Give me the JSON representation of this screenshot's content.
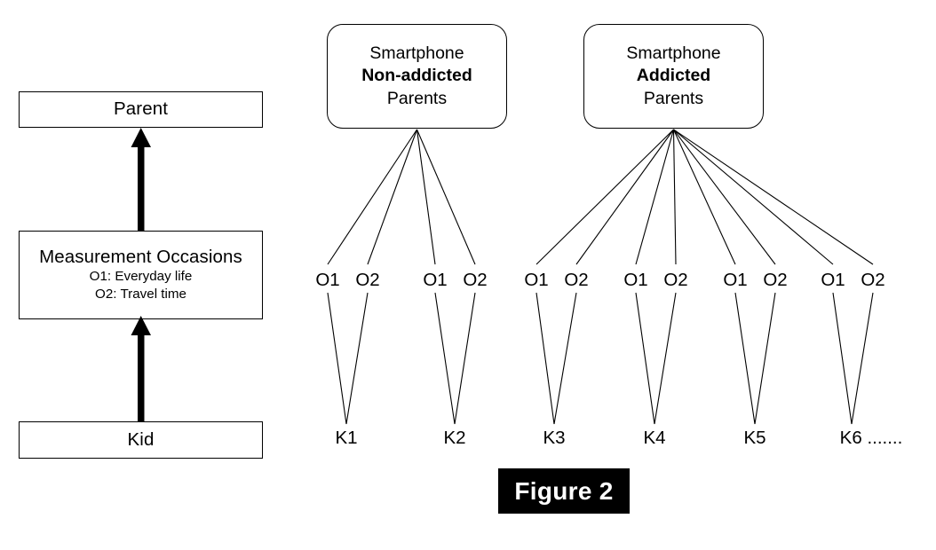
{
  "figure": {
    "caption": "Figure 2",
    "caption_bg": "#000000",
    "caption_fg": "#ffffff"
  },
  "legend": {
    "parent": {
      "title": "Parent"
    },
    "measurement": {
      "title": "Measurement Occasions",
      "line1": "O1: Everyday life",
      "line2": "O2: Travel time"
    },
    "kid": {
      "title": "Kid"
    },
    "arrows": [
      {
        "name": "kid-to-measurement",
        "direction": "up"
      },
      {
        "name": "measurement-to-parent",
        "direction": "up"
      }
    ]
  },
  "hierarchy": {
    "groups": [
      {
        "id": "non-addicted",
        "line1": "Smartphone",
        "line2": "Non-addicted",
        "line3": "Parents",
        "children": [
          "K1",
          "K2"
        ]
      },
      {
        "id": "addicted",
        "line1": "Smartphone",
        "line2": "Addicted",
        "line3": "Parents",
        "children": [
          "K3",
          "K4",
          "K5",
          "K6 ......."
        ]
      }
    ],
    "occasion_labels": [
      "O1",
      "O2"
    ],
    "occasion_pairs": [
      {
        "kid": "K1",
        "left": "O1",
        "right": "O2"
      },
      {
        "kid": "K2",
        "left": "O1",
        "right": "O2"
      },
      {
        "kid": "K3",
        "left": "O1",
        "right": "O2"
      },
      {
        "kid": "K4",
        "left": "O1",
        "right": "O2"
      },
      {
        "kid": "K5",
        "left": "O1",
        "right": "O2"
      },
      {
        "kid": "K6 .......",
        "left": "O1",
        "right": "O2"
      }
    ],
    "kid_labels": [
      "K1",
      "K2",
      "K3",
      "K4",
      "K5",
      "K6 ......."
    ]
  },
  "style": {
    "line_color": "#000000",
    "box_border": "#000000",
    "background": "#ffffff"
  }
}
